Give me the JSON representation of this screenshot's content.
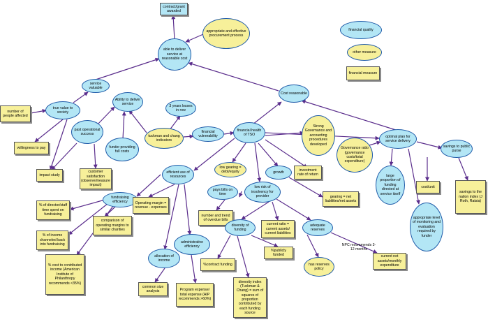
{
  "colors": {
    "ellipse_fill": "#b3e6f5",
    "ellipse_stroke": "#1e5aa8",
    "note_fill": "#f7f09a",
    "link": "#5a2d8c",
    "shadow": "#8c8c8c"
  },
  "nodes": {
    "contract_grant_awarded": "contract/grant awarded",
    "appropriate_procurement": "appropriate and effective procurement process",
    "financial_quality_legend": "financial quality",
    "other_measure_legend": "other measure",
    "financial_measure_legend": "financial measure",
    "able_to_deliver": "able to deliver service at reasonable cost",
    "service_valuable": "service valuable",
    "cost_reasonable": "Cost reasonable",
    "number_affected": "number of people affected",
    "true_value_to_society": "true value to society",
    "willingness_to_pay": "willingness to pay",
    "impact_study": "impact study",
    "ability_to_deliver": "Ability to deliver service",
    "past_operational_success": "past operational success",
    "customer_satisfaction": "customer satisfaction (observe/measure impact)",
    "funder_costs": "funder providing full costs",
    "three_years_losses": "3 years losses in row",
    "tuckman_chang": "tuckman and chang indicators",
    "financial_vulnerability": "financial vulnerability",
    "financial_health_tso": "financial health of TSO",
    "strong_governance": "Strong Governance and accounting procedures developed",
    "governance_ratio": "Governance ratio (governance costs/total expenditure)",
    "optimal_plan": "optimal plan for service delivery",
    "savings_public_purse": "savings to public purse",
    "investment_rate": "investment rate of return",
    "cost_unit": "cost/unit",
    "savings_ratio": "savings to the nation index (J Roth, Ratsia)",
    "large_proportion": "large proportion of funding directed at service itself",
    "monitoring_level": "appropriate level of monitoring and evaluation required by funder",
    "efficient_use": "efficient use of resources",
    "low_gearing": "low gearing = debt/equity",
    "growth": "growth",
    "gearing_ratio": "gearing = net liabilities/net assets",
    "pays_bills": "pays bills on time",
    "low_risk": "low risk of insolvency for provider",
    "overdue_bills": "number and trend of overdue bills",
    "fundraising_efficiency": "fundraising efficiency",
    "director_staff_time": "% of director/staff time spent on fundraising",
    "income_channeled": "% of income channeled back into fundraising",
    "cost_to_contributed": "% cost to contributed income (American Institute of Philanthropy recommends <35%)",
    "comparison_margins": "comparison of operating margins to similar charities",
    "operating_margin": "Operating margin = revenue - expenses",
    "administrative_efficiency": "administrative efficiency",
    "allocation_of_income": "allocation of income",
    "common_size": "common size analysis",
    "program_expense": "Program expense/ total expense (AIP recommends >60%)",
    "diversity_of_funding": "diversity of funding",
    "current_ratio": "current ratio = current assets/ current liabilities",
    "adequate_reserves": "adequate reserves",
    "contract_funding": "%contract funding",
    "publicly_funded": "%publicly funded",
    "diversity_index": "diversity index (Tuckman & Chang) = sum of squares of proportion contributed by each funding source",
    "npc_recommends": "NPC recommends 3-12 months",
    "has_reserves_policy": "has reserves policy",
    "current_net_assets": "current net assets/monthly expenditure"
  }
}
